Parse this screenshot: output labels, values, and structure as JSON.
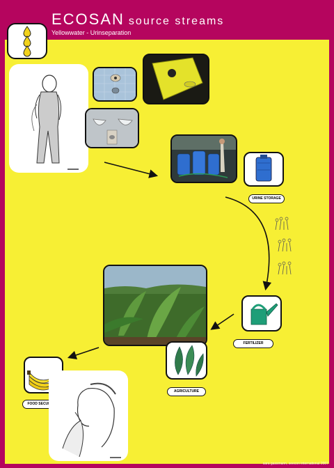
{
  "header": {
    "title_main": "ECOSAN",
    "title_rest": "source streams",
    "subtitle": "Yellowwater - Urinseparation"
  },
  "labels": {
    "urine_storage": "URINE STORAGE",
    "fertilizer": "FERTILIZER",
    "agriculture": "AGRICULTURE",
    "food_security": "FOOD SECURITY"
  },
  "credit": "sara gassmann, seecon international 2007",
  "colors": {
    "frame": "#b5055e",
    "panel": "#f7ef34",
    "drop": "#f2d21b",
    "watering_can": "#1e9e78",
    "tank": "#2f6ecf"
  }
}
